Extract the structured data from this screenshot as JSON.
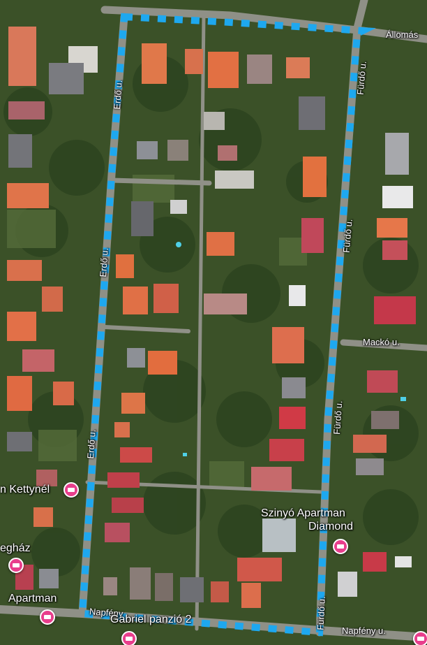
{
  "map": {
    "type": "satellite",
    "colors": {
      "route": "#1ea8ef",
      "pin": "#e83e8c",
      "roof": "#e0714a",
      "vegetation": "#3e5a2a",
      "road": "#9c9c92",
      "label_text": "#ffffff"
    },
    "streets": [
      {
        "id": "allomas",
        "name": "Állomás"
      },
      {
        "id": "erdo-top",
        "name": "Erdő u."
      },
      {
        "id": "erdo-mid",
        "name": "Erdő u."
      },
      {
        "id": "erdo-low",
        "name": "Erdő u."
      },
      {
        "id": "furdo-top",
        "name": "Fürdő u."
      },
      {
        "id": "furdo-mid",
        "name": "Fürdő u."
      },
      {
        "id": "furdo-low",
        "name": "Fürdő u."
      },
      {
        "id": "furdo-bottom",
        "name": "Fürdő u."
      },
      {
        "id": "macko",
        "name": "Mackó u."
      },
      {
        "id": "napfeny-left",
        "name": "Napfény"
      },
      {
        "id": "napfeny-right",
        "name": "Napfény u."
      }
    ],
    "pois": [
      {
        "id": "kettynel",
        "name": "n Kettynél",
        "icon": "lodging-icon"
      },
      {
        "id": "szinyo",
        "name": "Szinyó Apartman",
        "icon": "lodging-icon"
      },
      {
        "id": "diamond",
        "name": "Diamond",
        "icon": "lodging-icon"
      },
      {
        "id": "vendeghaz",
        "name": "egház",
        "icon": "lodging-icon"
      },
      {
        "id": "apartman",
        "name": "Apartman",
        "icon": "lodging-icon"
      },
      {
        "id": "gabriel",
        "name": "Gabriel panzió 2",
        "icon": "lodging-icon"
      }
    ],
    "icons": {
      "route": "route-dotted-path",
      "pin": "lodging-pin-icon"
    }
  }
}
